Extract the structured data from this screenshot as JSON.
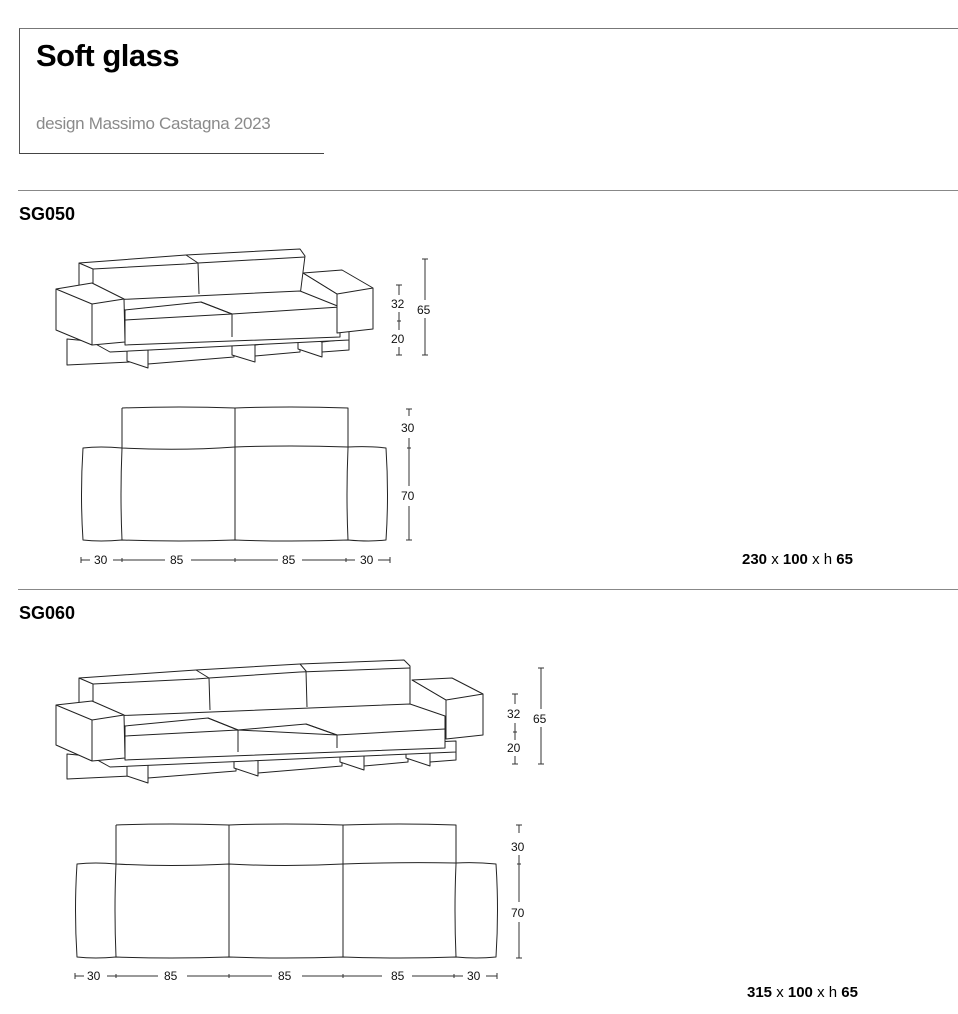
{
  "header": {
    "title": "Soft glass",
    "subtitle": "design Massimo Castagna 2023"
  },
  "products": [
    {
      "code": "SG050",
      "side_dims": {
        "seat_height": "20",
        "back_height": "32",
        "total_height": "65"
      },
      "plan_dims": {
        "depth_back": "30",
        "depth_seat": "70",
        "widths": [
          "30",
          "85",
          "85",
          "30"
        ]
      },
      "overall": {
        "w": "230",
        "x1": "x",
        "d": "100",
        "x2": "x h",
        "h": "65"
      }
    },
    {
      "code": "SG060",
      "side_dims": {
        "seat_height": "20",
        "back_height": "32",
        "total_height": "65"
      },
      "plan_dims": {
        "depth_back": "30",
        "depth_seat": "70",
        "widths": [
          "30",
          "85",
          "85",
          "85",
          "30"
        ]
      },
      "overall": {
        "w": "315",
        "x1": "x",
        "d": "100",
        "x2": "x h",
        "h": "65"
      }
    }
  ]
}
